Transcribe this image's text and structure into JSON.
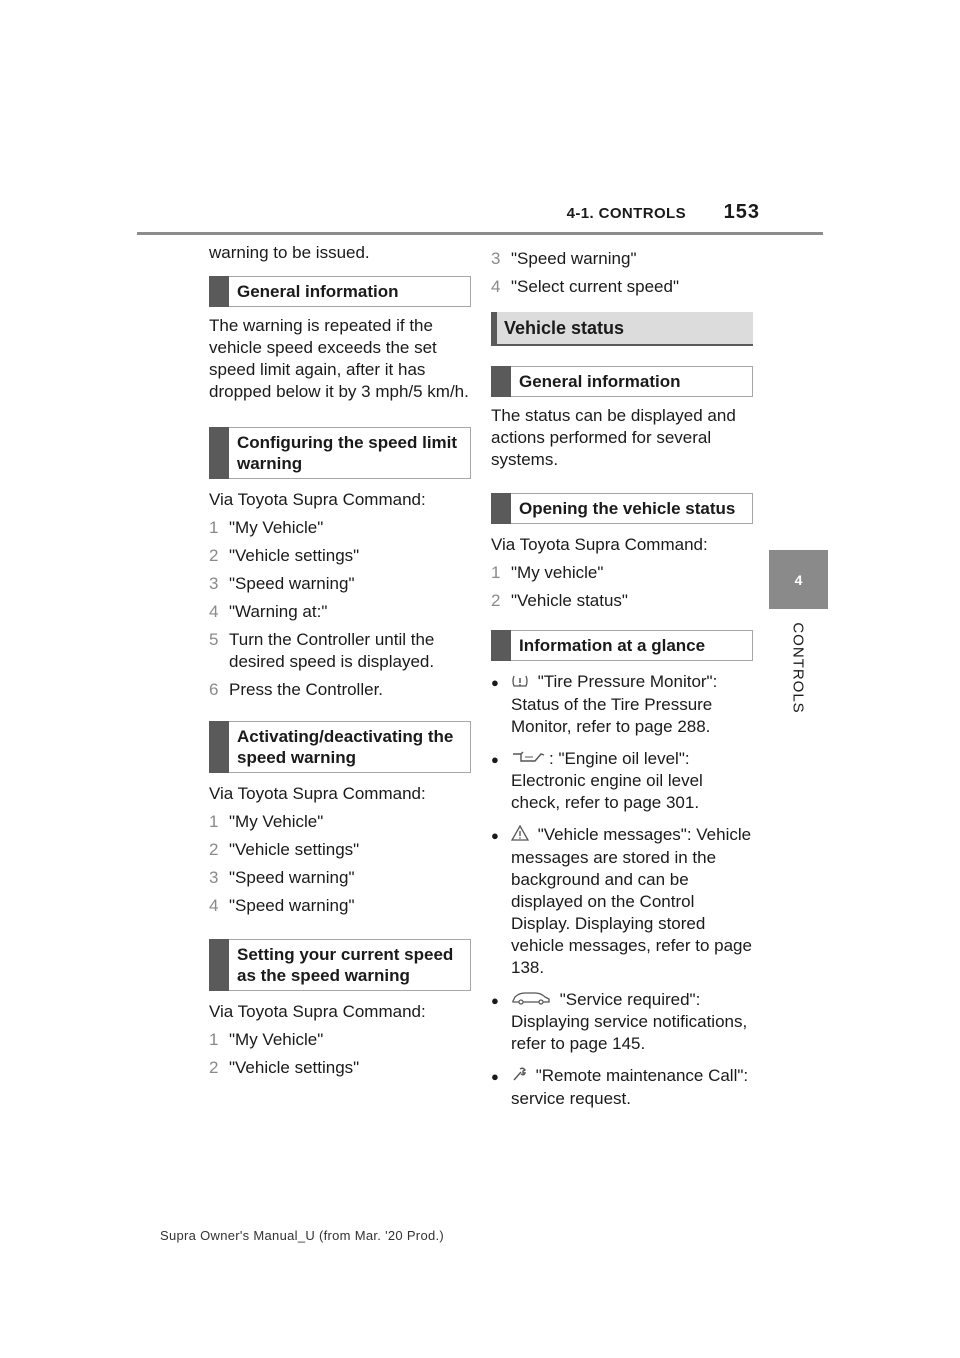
{
  "header": {
    "section": "4-1. CONTROLS",
    "page_number": "153"
  },
  "side_tab": {
    "number": "4",
    "label": "CONTROLS"
  },
  "left": {
    "intro": "warning to be issued.",
    "general_info_title": "General information",
    "general_info_text": "The warning is repeated if the vehicle speed exceeds the set speed limit again, after it has dropped below it by 3 mph/5 km/h.",
    "configuring_title": "Configuring the speed limit warning",
    "configuring_via": "Via Toyota Supra Command:",
    "configuring_steps": [
      {
        "n": "1",
        "text": "\"My Vehicle\""
      },
      {
        "n": "2",
        "text": "\"Vehicle settings\""
      },
      {
        "n": "3",
        "text": "\"Speed warning\""
      },
      {
        "n": "4",
        "text": "\"Warning at:\""
      },
      {
        "n": "5",
        "text": "Turn the Controller until the desired speed is displayed."
      },
      {
        "n": "6",
        "text": "Press the Controller."
      }
    ],
    "activating_title": "Activating/deactivating the speed warning",
    "activating_via": "Via Toyota Supra Command:",
    "activating_steps": [
      {
        "n": "1",
        "text": "\"My Vehicle\""
      },
      {
        "n": "2",
        "text": "\"Vehicle settings\""
      },
      {
        "n": "3",
        "text": "\"Speed warning\""
      },
      {
        "n": "4",
        "text": "\"Speed warning\""
      }
    ],
    "setting_title": "Setting your current speed as the speed warning",
    "setting_via": "Via Toyota Supra Command:",
    "setting_steps": [
      {
        "n": "1",
        "text": "\"My Vehicle\""
      },
      {
        "n": "2",
        "text": "\"Vehicle settings\""
      }
    ]
  },
  "right": {
    "cont_steps": [
      {
        "n": "3",
        "text": "\"Speed warning\""
      },
      {
        "n": "4",
        "text": "\"Select current speed\""
      }
    ],
    "vehicle_status_title": "Vehicle status",
    "general_info_title": "General information",
    "general_info_text": "The status can be displayed and actions performed for several systems.",
    "opening_title": "Opening the vehicle status",
    "opening_via": "Via Toyota Supra Command:",
    "opening_steps": [
      {
        "n": "1",
        "text": "\"My vehicle\""
      },
      {
        "n": "2",
        "text": "\"Vehicle status\""
      }
    ],
    "glance_title": "Information at a glance",
    "bullets": [
      {
        "icon": "tire-pressure-icon",
        "text": " \"Tire Pressure Monitor\": Status of the Tire Pressure Monitor, refer to page 288."
      },
      {
        "icon": "oil-can-icon",
        "text": ": \"Engine oil level\": Electronic engine oil level check, refer to page 301."
      },
      {
        "icon": "warning-triangle-icon",
        "text": " \"Vehicle messages\": Vehicle messages are stored in the background and can be displayed on the Control Display. Displaying stored vehicle messages, refer to page 138."
      },
      {
        "icon": "car-service-icon",
        "text": " \"Service required\": Displaying service notifications, refer to page 145."
      },
      {
        "icon": "wrench-icon",
        "text": " \"Remote maintenance Call\": service request."
      }
    ]
  },
  "footer": "Supra Owner's Manual_U (from Mar. '20 Prod.)"
}
